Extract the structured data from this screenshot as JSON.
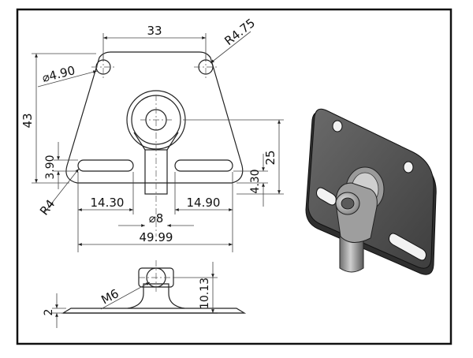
{
  "dimensions": {
    "hole_spacing": "33",
    "corner_radius": "R4.75",
    "hole_diameter": "⌀4.90",
    "overall_height": "43",
    "slot_height": "3.90",
    "eye_center_height": "25",
    "slot_offset": "4.30",
    "slot_radius": "R4",
    "slot_left_length": "14.30",
    "slot_right_length": "14.90",
    "pin_diameter": "⌀8",
    "overall_width": "49.99",
    "thread": "M6",
    "side_height": "10.13",
    "plate_thickness": "2"
  },
  "colors": {
    "line": "#222222",
    "border": "#111111",
    "metal_dark": "#4a4a4a",
    "metal_mid": "#8c8c8c",
    "metal_light": "#d0d0d0"
  }
}
